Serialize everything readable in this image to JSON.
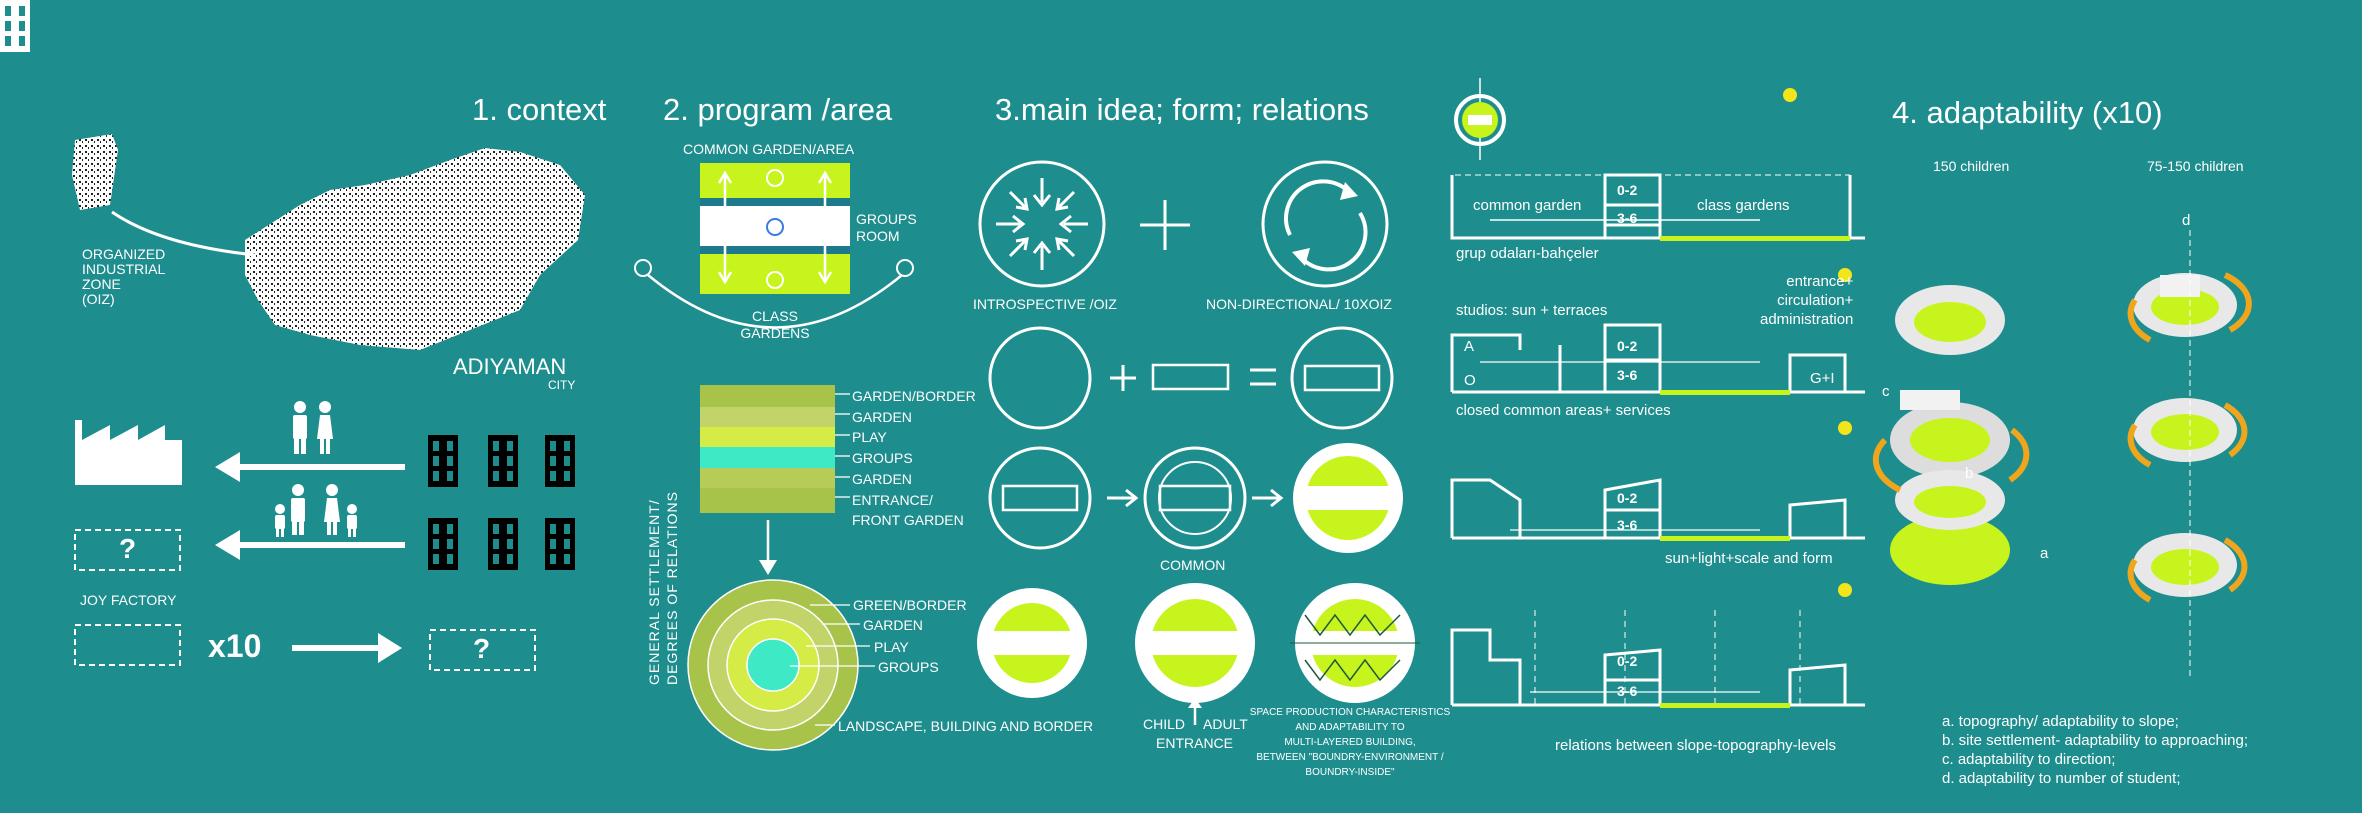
{
  "colors": {
    "background": "#1e8d8e",
    "lime": "#c8f41d",
    "white": "#ffffff",
    "orange": "#f0a61c",
    "aqua": "#3ee9c6"
  },
  "sections": {
    "context": {
      "title": "1. context",
      "oiz_label": [
        "ORGANIZED",
        "INDUSTRIAL",
        "ZONE",
        "(OIZ)"
      ],
      "city_name": "ADIYAMAN",
      "city_sub": "CITY",
      "joy_factory": "JOY FACTORY",
      "multiplier": "x10",
      "unknown": "?"
    },
    "program": {
      "title": "2. program /area",
      "common": "COMMON GARDEN/AREA",
      "groups_room": [
        "GROUPS",
        "ROOM"
      ],
      "class_gardens": [
        "CLASS",
        "GARDENS"
      ],
      "bands": [
        "GARDEN/BORDER",
        "GARDEN",
        "PLAY",
        "GROUPS",
        "GARDEN",
        "ENTRANCE/",
        "FRONT GARDEN"
      ],
      "side_label": [
        "GENERAL SETTLEMENT/",
        "DEGREES OF RELATIONS"
      ],
      "rings": [
        "GREEN/BORDER",
        "GARDEN",
        "PLAY",
        "GROUPS"
      ],
      "ring_caption": "LANDSCAPE, BUILDING AND BORDER"
    },
    "main_idea": {
      "title": "3.main idea; form; relations",
      "introspective": "INTROSPECTIVE /OIZ",
      "non_directional": "NON-DIRECTIONAL/ 10XOIZ",
      "common": "COMMON",
      "child": "CHILD",
      "adult": "ADULT",
      "entrance": "ENTRANCE",
      "space_text": [
        "SPACE PRODUCTION CHARACTERISTICS",
        "AND ADAPTABILITY TO",
        "MULTI-LAYERED BUILDING,",
        "BETWEEN \"BOUNDRY-ENVIRONMENT /",
        "BOUNDRY-INSIDE\""
      ]
    },
    "sections_col": {
      "common_garden": "common garden",
      "class_gardens": "class gardens",
      "grup": "grup odaları-bahçeler",
      "studios": "studios: sun + terraces",
      "entrance": [
        "entrance+",
        "circulation+",
        "administration"
      ],
      "closed": "closed common areas+ services",
      "sun_light": "sun+light+scale and form",
      "relations": "relations between slope-topography-levels",
      "age1": "0-2",
      "age2": "3-6",
      "a": "A",
      "o": "O",
      "gi": "G+I"
    },
    "adaptability": {
      "title": "4. adaptability (x10)",
      "col1": "150 children",
      "col2": "75-150 children",
      "letters": [
        "a",
        "b",
        "c",
        "d"
      ],
      "notes": [
        "a. topography/ adaptability to slope;",
        "b. site settlement- adaptability to approaching;",
        "c. adaptability to direction;",
        "d. adaptability to number of student;"
      ]
    }
  }
}
